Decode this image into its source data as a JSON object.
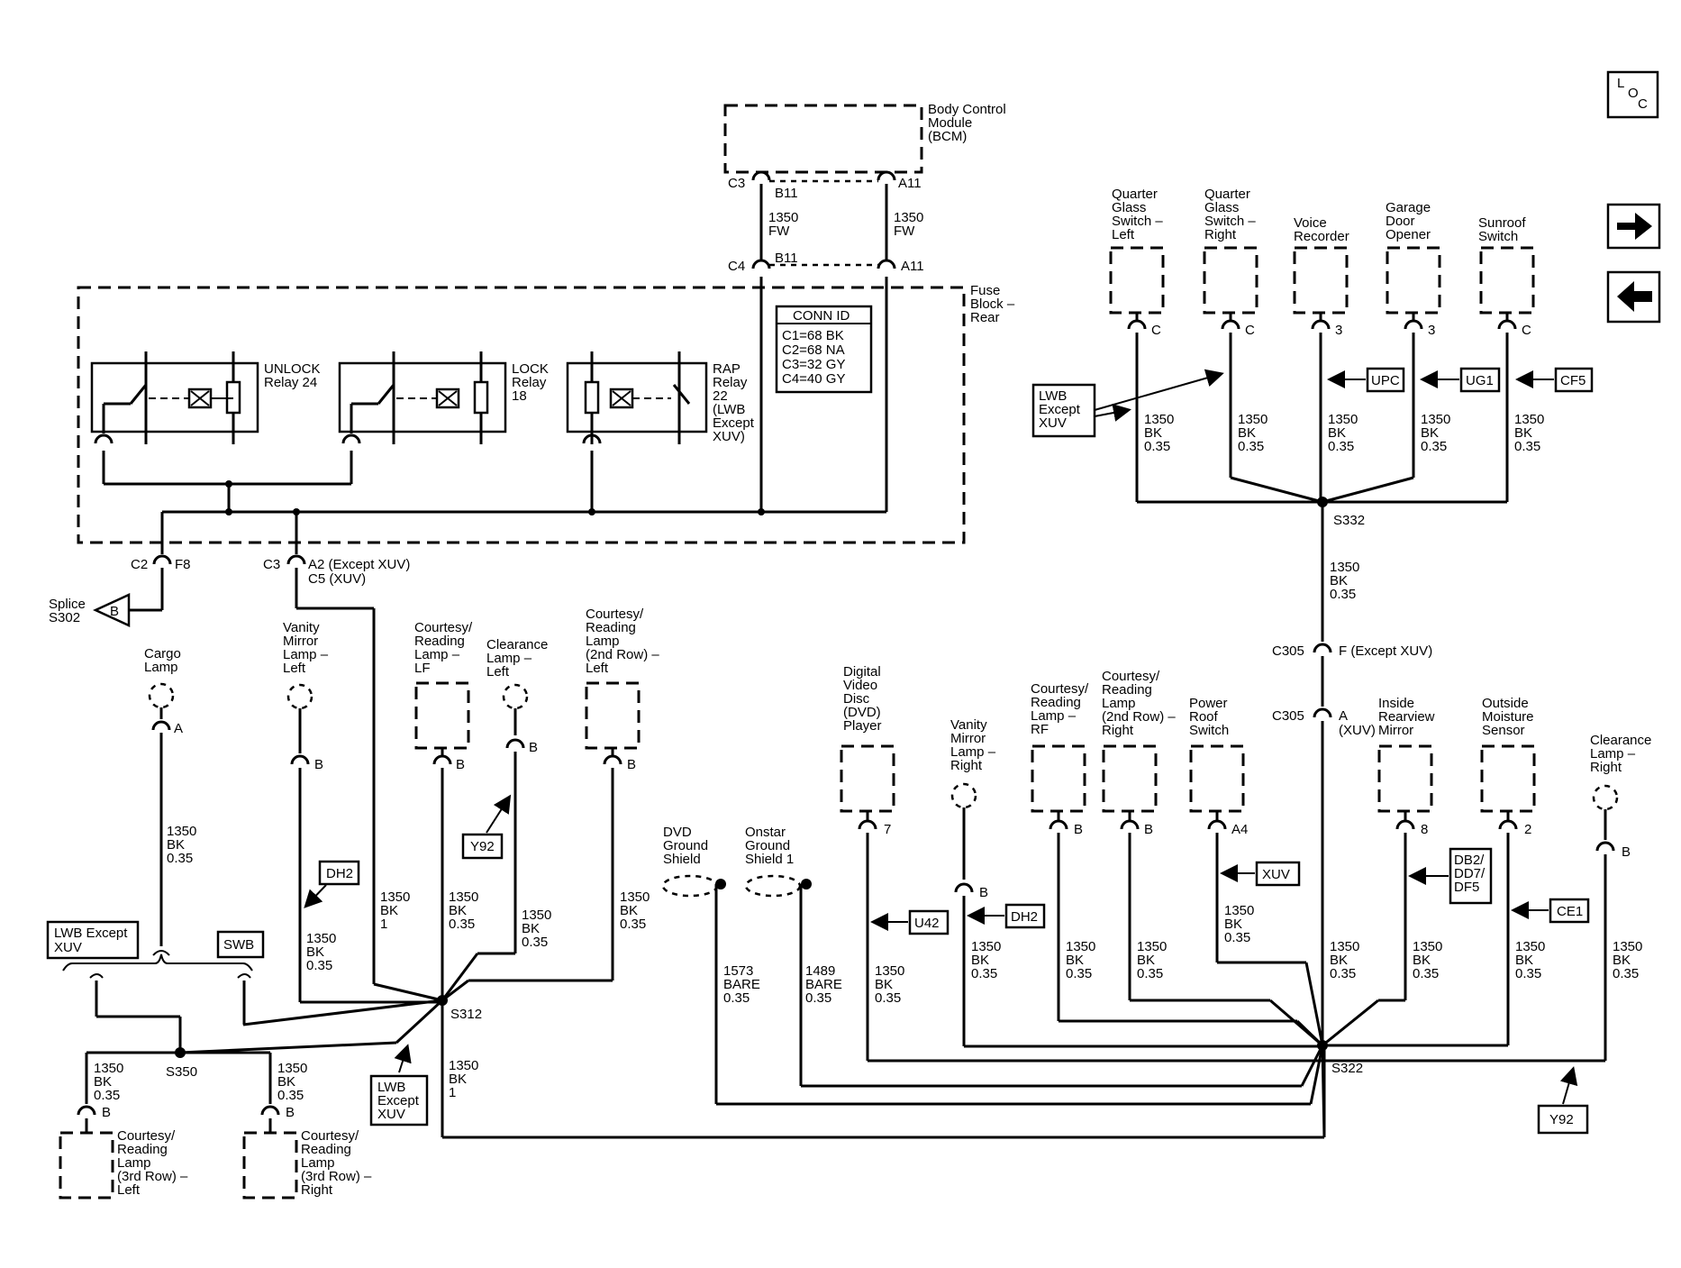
{
  "nav": {
    "loc_letters": [
      "L",
      "O",
      "C"
    ],
    "next_icon": "arrow-right-icon",
    "prev_icon": "arrow-left-icon"
  },
  "bcm": {
    "label": [
      "Body Control",
      "Module",
      "(BCM)"
    ]
  },
  "fuse_block": {
    "label": [
      "Fuse",
      "Block –",
      "Rear"
    ]
  },
  "conn_id": {
    "title": "CONN ID",
    "rows": [
      "C1=68 BK",
      "C2=68 NA",
      "C3=32 GY",
      "C4=40 GY"
    ]
  },
  "relays": {
    "unlock": [
      "UNLOCK",
      "Relay 24"
    ],
    "lock": [
      "LOCK",
      "Relay",
      "18"
    ],
    "rap": [
      "RAP",
      "Relay",
      "22",
      "(LWB",
      "Except",
      "XUV)"
    ]
  },
  "connectors": {
    "c3": "C3",
    "c4": "C4",
    "b11_top": "B11",
    "a11_top": "A11",
    "b11_bot": "B11",
    "a11_bot": "A11",
    "c2": "C2",
    "f8": "F8",
    "c3_low": "C3",
    "a2": "A2 (Except XUV)",
    "c5": "C5 (XUV)",
    "c305_f": "C305",
    "f_except": "F (Except XUV)",
    "c305_a": "C305",
    "a_xuv": [
      "A",
      "(XUV)"
    ]
  },
  "wires": {
    "fw_left": [
      "1350",
      "FW"
    ],
    "fw_right": [
      "1350",
      "FW"
    ],
    "bk035": [
      "1350",
      "BK",
      "0.35"
    ],
    "bk1": [
      "1350",
      "BK",
      "1"
    ],
    "bare1573": [
      "1573",
      "BARE",
      "0.35"
    ],
    "bare1489": [
      "1489",
      "BARE",
      "0.35"
    ]
  },
  "splices": {
    "s302": [
      "Splice",
      "S302"
    ],
    "s302_letter": "B",
    "s312": "S312",
    "s322": "S322",
    "s332": "S332",
    "s350": "S350"
  },
  "components_top": [
    {
      "label": [
        "Quarter",
        "Glass",
        "Switch –",
        "Left"
      ],
      "pin": "C"
    },
    {
      "label": [
        "Quarter",
        "Glass",
        "Switch –",
        "Right"
      ],
      "pin": "C"
    },
    {
      "label": [
        "Voice",
        "Recorder"
      ],
      "pin": "3"
    },
    {
      "label": [
        "Garage",
        "Door",
        "Opener"
      ],
      "pin": "3"
    },
    {
      "label": [
        "Sunroof",
        "Switch"
      ],
      "pin": "C"
    }
  ],
  "components_left": {
    "cargo": {
      "label": [
        "Cargo",
        "Lamp"
      ],
      "pin": "A"
    },
    "vanity_left": {
      "label": [
        "Vanity",
        "Mirror",
        "Lamp –",
        "Left"
      ],
      "pin": "B"
    },
    "courtesy_lf": {
      "label": [
        "Courtesy/",
        "Reading",
        "Lamp –",
        "LF"
      ],
      "pin": "B"
    },
    "clearance_left": {
      "label": [
        "Clearance",
        "Lamp –",
        "Left"
      ],
      "pin": "B"
    },
    "courtesy_2nd_left": {
      "label": [
        "Courtesy/",
        "Reading",
        "Lamp",
        "(2nd Row) –",
        "Left"
      ],
      "pin": "B"
    },
    "courtesy_3rd_left": {
      "label": [
        "Courtesy/",
        "Reading",
        "Lamp",
        "(3rd Row) –",
        "Left"
      ],
      "pin": "B"
    },
    "courtesy_3rd_right": {
      "label": [
        "Courtesy/",
        "Reading",
        "Lamp",
        "(3rd Row) –",
        "Right"
      ],
      "pin": "B"
    }
  },
  "components_right": {
    "dvd_shield": [
      "DVD",
      "Ground",
      "Shield"
    ],
    "onstar_shield": [
      "Onstar",
      "Ground",
      "Shield 1"
    ],
    "dvd_player": {
      "label": [
        "Digital",
        "Video",
        "Disc",
        "(DVD)",
        "Player"
      ],
      "pin": "7"
    },
    "vanity_right": {
      "label": [
        "Vanity",
        "Mirror",
        "Lamp –",
        "Right"
      ],
      "pin": "B"
    },
    "courtesy_rf": {
      "label": [
        "Courtesy/",
        "Reading",
        "Lamp –",
        "RF"
      ],
      "pin": "B"
    },
    "courtesy_2nd_right": {
      "label": [
        "Courtesy/",
        "Reading",
        "Lamp",
        "(2nd Row) –",
        "Right"
      ],
      "pin": "B"
    },
    "power_roof": {
      "label": [
        "Power",
        "Roof",
        "Switch"
      ],
      "pin": "A4"
    },
    "rearview": {
      "label": [
        "Inside",
        "Rearview",
        "Mirror"
      ],
      "pin": "8"
    },
    "moisture": {
      "label": [
        "Outside",
        "Moisture",
        "Sensor"
      ],
      "pin": "2"
    },
    "clearance_right": {
      "label": [
        "Clearance",
        "Lamp –",
        "Right"
      ],
      "pin": "B"
    }
  },
  "options": {
    "lwb_except_xuv_top": [
      "LWB",
      "Except",
      "XUV"
    ],
    "upc": "UPC",
    "ug1": "UG1",
    "cf5": "CF5",
    "y92_left": "Y92",
    "dh2_left": "DH2",
    "lwb_except_xuv_left": [
      "LWB Except",
      "XUV"
    ],
    "swb": "SWB",
    "lwb_except_xuv_bottom": [
      "LWB",
      "Except",
      "XUV"
    ],
    "u42": "U42",
    "dh2_right": "DH2",
    "xuv": "XUV",
    "db2": [
      "DB2/",
      "DD7/",
      "DF5"
    ],
    "ce1": "CE1",
    "y92_right": "Y92"
  }
}
